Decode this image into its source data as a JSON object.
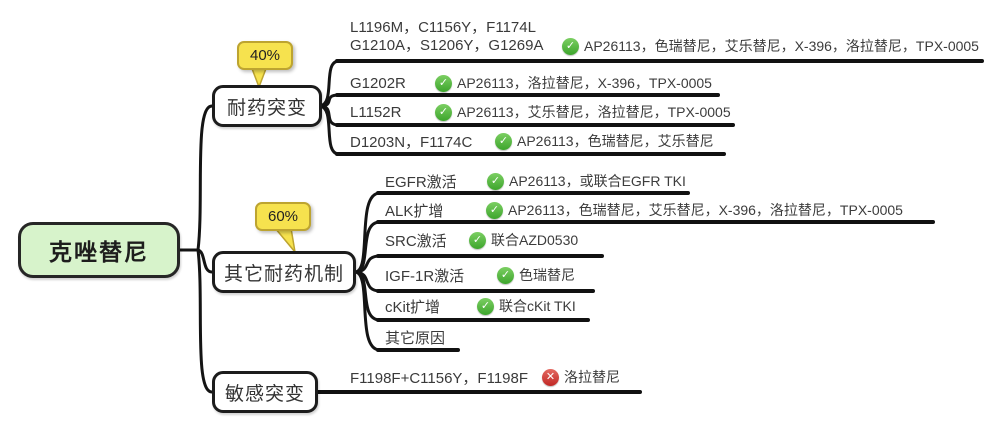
{
  "root": {
    "label": "克唑替尼"
  },
  "icons": {
    "check_glyph": "✓",
    "cross_glyph": "✕"
  },
  "colors": {
    "root_fill": "#d7f3cb",
    "callout_fill": "#f6e24e",
    "check_green": "#4fb43c",
    "cross_red": "#d43a3a",
    "line": "#111111"
  },
  "branches": [
    {
      "label": "耐药突变",
      "callout": "40%",
      "rows": [
        {
          "label_line1": "L1196M，C1156Y，F1174L",
          "label_line2": "G1210A，S1206Y，G1269A",
          "icon": "check",
          "remedy": "AP26113，色瑞替尼，艾乐替尼，X-396，洛拉替尼，TPX-0005"
        },
        {
          "label": "G1202R",
          "icon": "check",
          "remedy": "AP26113，洛拉替尼，X-396，TPX-0005"
        },
        {
          "label": "L1152R",
          "icon": "check",
          "remedy": "AP26113，艾乐替尼，洛拉替尼，TPX-0005"
        },
        {
          "label": "D1203N，F1174C",
          "icon": "check",
          "remedy": "AP26113，色瑞替尼，艾乐替尼"
        }
      ]
    },
    {
      "label": "其它耐药机制",
      "callout": "60%",
      "rows": [
        {
          "label": "EGFR激活",
          "icon": "check",
          "remedy": "AP26113，或联合EGFR TKI"
        },
        {
          "label": "ALK扩增",
          "icon": "check",
          "remedy": "AP26113，色瑞替尼，艾乐替尼，X-396，洛拉替尼，TPX-0005"
        },
        {
          "label": "SRC激活",
          "icon": "check",
          "remedy": "联合AZD0530"
        },
        {
          "label": "IGF-1R激活",
          "icon": "check",
          "remedy": "色瑞替尼"
        },
        {
          "label": "cKit扩增",
          "icon": "check",
          "remedy": "联合cKit TKI"
        },
        {
          "label": "其它原因",
          "icon": null,
          "remedy": ""
        }
      ]
    },
    {
      "label": "敏感突变",
      "callout": null,
      "rows": [
        {
          "label": "F1198F+C1156Y，F1198F",
          "icon": "cross",
          "remedy": "洛拉替尼"
        }
      ]
    }
  ]
}
